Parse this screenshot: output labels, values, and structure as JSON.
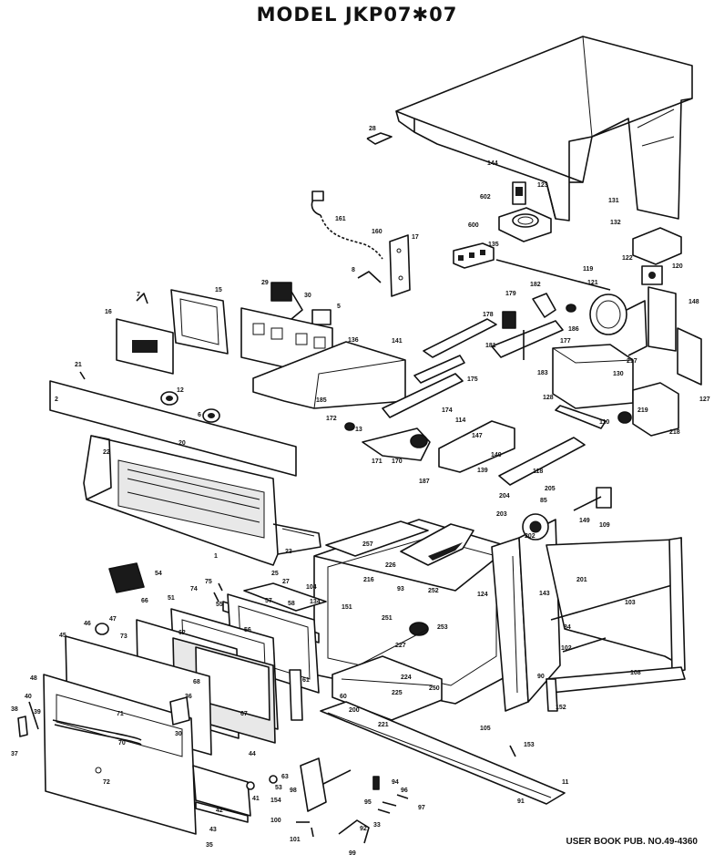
{
  "title": "MODEL JKP07✱07",
  "footer": "USER BOOK PUB. NO.49-4360",
  "callouts": [
    {
      "id": "c144",
      "text": "144"
    },
    {
      "id": "c28",
      "text": "28"
    },
    {
      "id": "c123",
      "text": "123"
    },
    {
      "id": "c602",
      "text": "602"
    },
    {
      "id": "c600",
      "text": "600"
    },
    {
      "id": "c131",
      "text": "131"
    },
    {
      "id": "c132",
      "text": "132"
    },
    {
      "id": "c161",
      "text": "161"
    },
    {
      "id": "c160",
      "text": "160"
    },
    {
      "id": "c17",
      "text": "17"
    },
    {
      "id": "c135",
      "text": "135"
    },
    {
      "id": "c122",
      "text": "122"
    },
    {
      "id": "c120",
      "text": "120"
    },
    {
      "id": "c119",
      "text": "119"
    },
    {
      "id": "c121",
      "text": "121"
    },
    {
      "id": "c148",
      "text": "148"
    },
    {
      "id": "c8",
      "text": "8"
    },
    {
      "id": "c29",
      "text": "29"
    },
    {
      "id": "c30",
      "text": "30"
    },
    {
      "id": "c5",
      "text": "5"
    },
    {
      "id": "c15",
      "text": "15"
    },
    {
      "id": "c7",
      "text": "7"
    },
    {
      "id": "c16",
      "text": "16"
    },
    {
      "id": "c179",
      "text": "179"
    },
    {
      "id": "c182",
      "text": "182"
    },
    {
      "id": "c178",
      "text": "178"
    },
    {
      "id": "c186",
      "text": "186"
    },
    {
      "id": "c136",
      "text": "136"
    },
    {
      "id": "c141",
      "text": "141"
    },
    {
      "id": "c177",
      "text": "177"
    },
    {
      "id": "c181",
      "text": "181"
    },
    {
      "id": "c183",
      "text": "183"
    },
    {
      "id": "c175",
      "text": "175"
    },
    {
      "id": "c130",
      "text": "130"
    },
    {
      "id": "c217",
      "text": "217"
    },
    {
      "id": "c127",
      "text": "127"
    },
    {
      "id": "c21",
      "text": "21"
    },
    {
      "id": "c2",
      "text": "2"
    },
    {
      "id": "c12",
      "text": "12"
    },
    {
      "id": "c6",
      "text": "6"
    },
    {
      "id": "c185",
      "text": "185"
    },
    {
      "id": "c174",
      "text": "174"
    },
    {
      "id": "c128",
      "text": "128"
    },
    {
      "id": "c172",
      "text": "172"
    },
    {
      "id": "c13",
      "text": "13"
    },
    {
      "id": "c114",
      "text": "114"
    },
    {
      "id": "c110",
      "text": "110"
    },
    {
      "id": "c218",
      "text": "218"
    },
    {
      "id": "c219",
      "text": "219"
    },
    {
      "id": "c20",
      "text": "20"
    },
    {
      "id": "c22",
      "text": "22"
    },
    {
      "id": "c171",
      "text": "171"
    },
    {
      "id": "c170",
      "text": "170"
    },
    {
      "id": "c187",
      "text": "187"
    },
    {
      "id": "c147",
      "text": "147"
    },
    {
      "id": "c140",
      "text": "140"
    },
    {
      "id": "c139",
      "text": "139"
    },
    {
      "id": "c118",
      "text": "118"
    },
    {
      "id": "c204",
      "text": "204"
    },
    {
      "id": "c205",
      "text": "205"
    },
    {
      "id": "c85",
      "text": "85"
    },
    {
      "id": "c203",
      "text": "203"
    },
    {
      "id": "c202",
      "text": "202"
    },
    {
      "id": "c149",
      "text": "149"
    },
    {
      "id": "c109",
      "text": "109"
    },
    {
      "id": "c257",
      "text": "257"
    },
    {
      "id": "c226",
      "text": "226"
    },
    {
      "id": "c1",
      "text": "1"
    },
    {
      "id": "c23",
      "text": "23"
    },
    {
      "id": "c25",
      "text": "25"
    },
    {
      "id": "c27",
      "text": "27"
    },
    {
      "id": "c104",
      "text": "104"
    },
    {
      "id": "c134",
      "text": "134"
    },
    {
      "id": "c124",
      "text": "124"
    },
    {
      "id": "c143",
      "text": "143"
    },
    {
      "id": "c201",
      "text": "201"
    },
    {
      "id": "c54",
      "text": "54"
    },
    {
      "id": "c74",
      "text": "74"
    },
    {
      "id": "c75",
      "text": "75"
    },
    {
      "id": "c216",
      "text": "216"
    },
    {
      "id": "c93",
      "text": "93"
    },
    {
      "id": "c66",
      "text": "66"
    },
    {
      "id": "c51",
      "text": "51"
    },
    {
      "id": "c57",
      "text": "57"
    },
    {
      "id": "c58",
      "text": "58"
    },
    {
      "id": "c151",
      "text": "151"
    },
    {
      "id": "c55",
      "text": "55"
    },
    {
      "id": "c252",
      "text": "252"
    },
    {
      "id": "c253",
      "text": "253"
    },
    {
      "id": "c251",
      "text": "251"
    },
    {
      "id": "c103",
      "text": "103"
    },
    {
      "id": "c84",
      "text": "84"
    },
    {
      "id": "c47",
      "text": "47"
    },
    {
      "id": "c46",
      "text": "46"
    },
    {
      "id": "c73",
      "text": "73"
    },
    {
      "id": "c45",
      "text": "45"
    },
    {
      "id": "c62",
      "text": "62"
    },
    {
      "id": "c56",
      "text": "56"
    },
    {
      "id": "c227",
      "text": "227"
    },
    {
      "id": "c102",
      "text": "102"
    },
    {
      "id": "c108",
      "text": "108"
    },
    {
      "id": "c224",
      "text": "224"
    },
    {
      "id": "c250",
      "text": "250"
    },
    {
      "id": "c68",
      "text": "68"
    },
    {
      "id": "c61",
      "text": "61"
    },
    {
      "id": "c90",
      "text": "90"
    },
    {
      "id": "c48",
      "text": "48"
    },
    {
      "id": "c36",
      "text": "36"
    },
    {
      "id": "c225",
      "text": "225"
    },
    {
      "id": "c152",
      "text": "152"
    },
    {
      "id": "c40",
      "text": "40"
    },
    {
      "id": "c71",
      "text": "71"
    },
    {
      "id": "c38",
      "text": "38"
    },
    {
      "id": "c39",
      "text": "39"
    },
    {
      "id": "c30b",
      "text": "30"
    },
    {
      "id": "c60",
      "text": "60"
    },
    {
      "id": "c200",
      "text": "200"
    },
    {
      "id": "c67",
      "text": "67"
    },
    {
      "id": "c221",
      "text": "221"
    },
    {
      "id": "c37",
      "text": "37"
    },
    {
      "id": "c70",
      "text": "70"
    },
    {
      "id": "c105",
      "text": "105"
    },
    {
      "id": "c44",
      "text": "44"
    },
    {
      "id": "c153",
      "text": "153"
    },
    {
      "id": "c72",
      "text": "72"
    },
    {
      "id": "c63",
      "text": "63"
    },
    {
      "id": "c53",
      "text": "53"
    },
    {
      "id": "c98",
      "text": "98"
    },
    {
      "id": "c94",
      "text": "94"
    },
    {
      "id": "c11",
      "text": "11"
    },
    {
      "id": "c96",
      "text": "96"
    },
    {
      "id": "c41",
      "text": "41"
    },
    {
      "id": "c154",
      "text": "154"
    },
    {
      "id": "c95",
      "text": "95"
    },
    {
      "id": "c97",
      "text": "97"
    },
    {
      "id": "c91",
      "text": "91"
    },
    {
      "id": "c42",
      "text": "42"
    },
    {
      "id": "c100",
      "text": "100"
    },
    {
      "id": "c43",
      "text": "43"
    },
    {
      "id": "c101",
      "text": "101"
    },
    {
      "id": "c92",
      "text": "92"
    },
    {
      "id": "c33",
      "text": "33"
    },
    {
      "id": "c35",
      "text": "35"
    },
    {
      "id": "c99",
      "text": "99"
    }
  ]
}
